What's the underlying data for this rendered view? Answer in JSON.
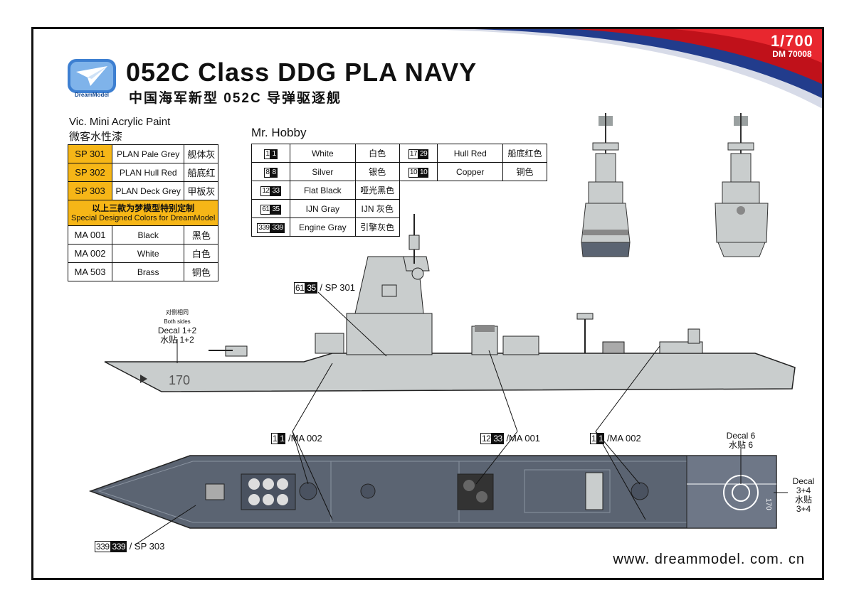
{
  "header": {
    "scale": "1/700",
    "product_code": "DM 70008",
    "title": "052C Class DDG PLA NAVY",
    "subtitle": "中国海军新型 052C 导弹驱逐舰",
    "logo_text": "DreamModel",
    "logo_icon": "paper-plane-icon"
  },
  "vic_paint": {
    "heading": "Vic. Mini Acrylic Paint",
    "heading_cn": "微客水性漆",
    "rows": [
      {
        "code": "SP 301",
        "name": "PLAN Pale Grey",
        "cn": "舰体灰"
      },
      {
        "code": "SP 302",
        "name": "PLAN Hull Red",
        "cn": "船底红"
      },
      {
        "code": "SP 303",
        "name": "PLAN Deck Grey",
        "cn": "甲板灰"
      }
    ],
    "special_cn": "以上三款为梦模型特别定制",
    "special_en": "Special Designed Colors for DreamModel",
    "ma_rows": [
      {
        "code": "MA 001",
        "name": "Black",
        "cn": "黑色"
      },
      {
        "code": "MA 002",
        "name": "White",
        "cn": "白色"
      },
      {
        "code": "MA 503",
        "name": "Brass",
        "cn": "铜色"
      }
    ],
    "highlight_color": "#f6b617"
  },
  "mr_hobby": {
    "heading": "Mr. Hobby",
    "rows": [
      {
        "c1": "1",
        "c2": "1",
        "name": "White",
        "cn": "白色",
        "c3": "17",
        "c4": "29",
        "name2": "Hull Red",
        "cn2": "船底红色"
      },
      {
        "c1": "8",
        "c2": "8",
        "name": "Silver",
        "cn": "银色",
        "c3": "10",
        "c4": "10",
        "name2": "Copper",
        "cn2": "铜色"
      },
      {
        "c1": "12",
        "c2": "33",
        "name": "Flat Black",
        "cn": "哑光黑色"
      },
      {
        "c1": "61",
        "c2": "35",
        "name": "IJN Gray",
        "cn": "IJN 灰色"
      },
      {
        "c1": "339",
        "c2": "339",
        "name": "Engine Gray",
        "cn": "引擎灰色"
      }
    ]
  },
  "callouts": {
    "hull": {
      "c1": "61",
      "c2": "35",
      "text": "/ SP 301"
    },
    "decal12": {
      "cn_small": "对侧相同",
      "en_small": "Both sides",
      "text": "Decal 1+2",
      "cn": "水贴 1+2"
    },
    "hull_number": "170",
    "deck_number": "170",
    "ma002_left": {
      "c1": "1",
      "c2": "1",
      "text": "/MA 002"
    },
    "ma001": {
      "c1": "12",
      "c2": "33",
      "text": "/MA 001"
    },
    "ma002_right": {
      "c1": "1",
      "c2": "1",
      "text": "/MA 002"
    },
    "decal6": {
      "text": "Decal 6",
      "cn": "水贴 6"
    },
    "decal34": {
      "l1": "Decal",
      "l2": "3+4",
      "l3": "水贴",
      "l4": "3+4"
    },
    "deck": {
      "c1": "339",
      "c2": "339",
      "text": "/ SP 303"
    }
  },
  "colors": {
    "pale_grey": "#c9cdcd",
    "deck_grey": "#5b6472",
    "banner_red": "#c0111a",
    "banner_blue": "#223c8c"
  },
  "website": "www. dreammodel. com. cn"
}
